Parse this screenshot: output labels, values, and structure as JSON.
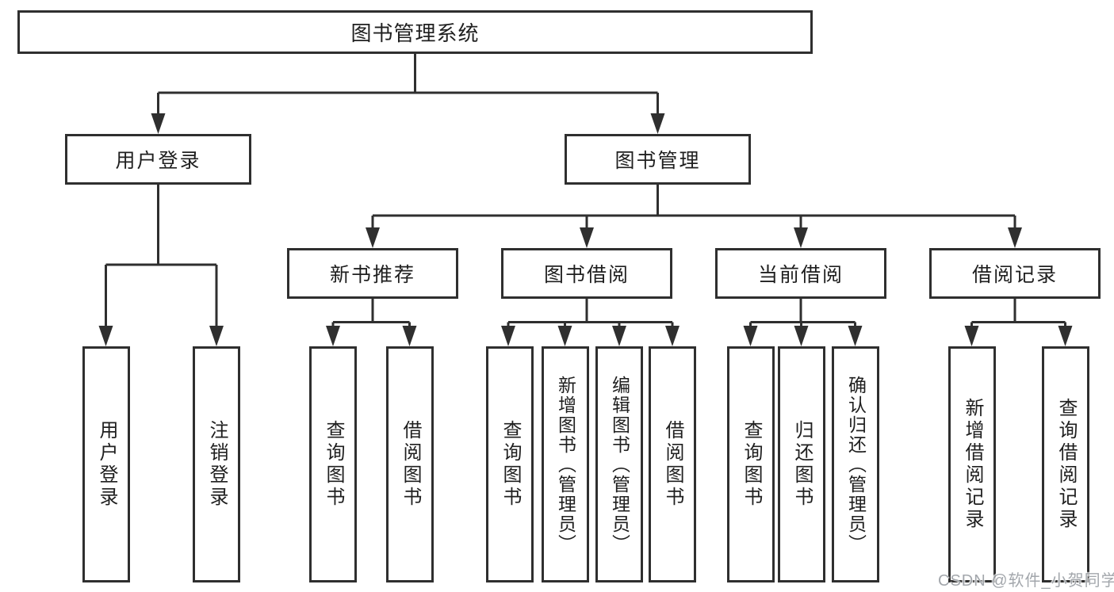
{
  "diagram": {
    "root": {
      "label": "图书管理系统"
    },
    "level2": [
      {
        "id": "user-login",
        "label": "用户登录"
      },
      {
        "id": "book-management",
        "label": "图书管理"
      }
    ],
    "level3": [
      {
        "id": "new-book-recommend",
        "label": "新书推荐"
      },
      {
        "id": "book-borrowing",
        "label": "图书借阅"
      },
      {
        "id": "current-borrowing",
        "label": "当前借阅"
      },
      {
        "id": "borrow-records",
        "label": "借阅记录"
      }
    ],
    "leaves": [
      {
        "id": "user-login-leaf",
        "label": "用户登录"
      },
      {
        "id": "logout",
        "label": "注销登录"
      },
      {
        "id": "nb-query-books",
        "label": "查询图书"
      },
      {
        "id": "nb-borrow-books",
        "label": "借阅图书"
      },
      {
        "id": "bb-query-books",
        "label": "查询图书"
      },
      {
        "id": "bb-add-books-admin",
        "label": "新增图书（管理员）"
      },
      {
        "id": "bb-edit-books-admin",
        "label": "编辑图书（管理员）"
      },
      {
        "id": "bb-borrow-books",
        "label": "借阅图书"
      },
      {
        "id": "cb-query-books",
        "label": "查询图书"
      },
      {
        "id": "cb-return-books",
        "label": "归还图书"
      },
      {
        "id": "cb-confirm-return-admin",
        "label": "确认归还（管理员）"
      },
      {
        "id": "br-add-record",
        "label": "新增借阅记录"
      },
      {
        "id": "br-query-record",
        "label": "查询借阅记录"
      }
    ]
  },
  "watermark": "CSDN @软件_小贺同学",
  "colors": {
    "line": "#2f2f2f",
    "text": "#1f1f1f",
    "background": "#ffffff",
    "watermark": "#9ea2a8"
  }
}
